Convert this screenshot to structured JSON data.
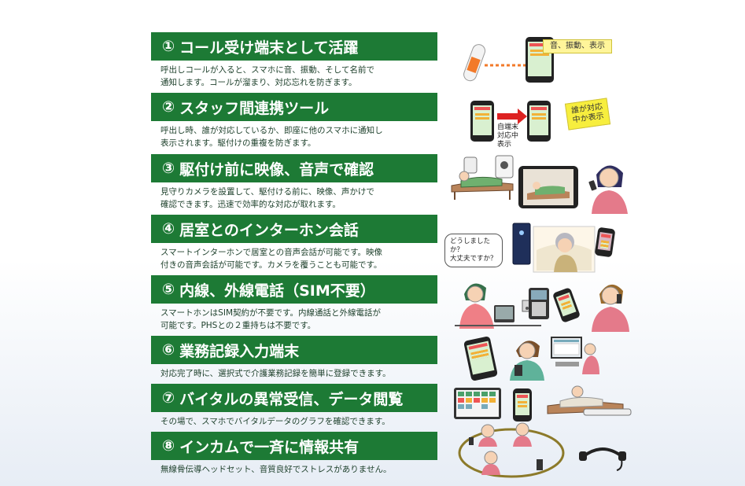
{
  "features": [
    {
      "num": "①",
      "title": "コール受け端末として活躍",
      "desc": "呼出しコールが入ると、スマホに音、振動、そして名前で\n通知します。コールが溜まり、対応忘れを防ぎます。"
    },
    {
      "num": "②",
      "title": "スタッフ間連携ツール",
      "desc": "呼出し時、誰が対応しているか、即座に他のスマホに通知し\n表示されます。駆付けの重複を防ぎます。"
    },
    {
      "num": "③",
      "title": "駆付け前に映像、音声で確認",
      "desc": "見守りカメラを設置して、駆付ける前に、映像、声かけで\n確認できます。迅速で効率的な対応が取れます。"
    },
    {
      "num": "④",
      "title": "居室とのインターホン会話",
      "desc": "スマートインターホンで居室との音声会話が可能です。映像\n付きの音声会話が可能です。カメラを覆うことも可能です。"
    },
    {
      "num": "⑤",
      "title": "内線、外線電話（SIM不要）",
      "desc": "スマートホンはSIM契約が不要です。内線通話と外線電話が\n可能です。PHSとの２重持ちは不要です。"
    },
    {
      "num": "⑥",
      "title": "業務記録入力端末",
      "desc": "対応完了時に、選択式で介護業務記録を簡単に登録できます。"
    },
    {
      "num": "⑦",
      "title": "バイタルの異常受信、データ閲覧",
      "desc": "その場で、スマホでバイタルデータのグラフを確認できます。"
    },
    {
      "num": "⑧",
      "title": "インカムで一斉に情報共有",
      "desc": "無線骨伝導ヘッドセット、音質良好でストレスがありません。"
    }
  ],
  "illustrations": {
    "call_note": "音、振動、表示",
    "status_note": "自端末\n対応中\n表示",
    "sticky_note": "誰が対応\n中か表示",
    "speech_bubble": "どうしました\nか？\n大丈夫ですか？"
  },
  "colors": {
    "bar": "#1d7a35",
    "text": "#1c3f2a",
    "sticky": "#f7ee3e"
  }
}
